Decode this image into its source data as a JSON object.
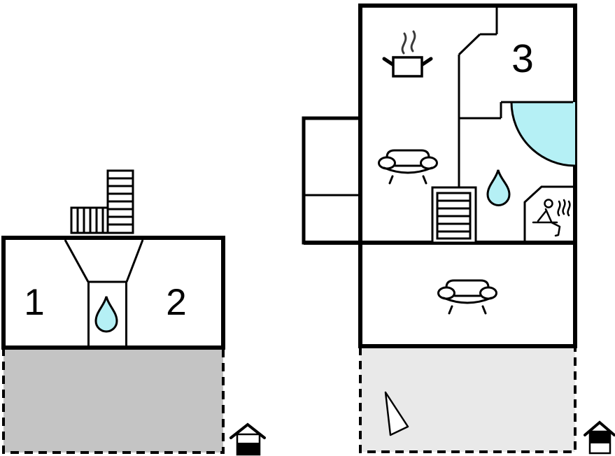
{
  "plan_title": "holiday-home-floor-plan",
  "colors": {
    "wall": "#000000",
    "water_fill": "#b5f0f5",
    "terrace_ground_fill": "#c4c4c4",
    "terrace_upper_fill": "#e9e9e9",
    "arrow_fill": "#ffffff",
    "steam_stroke": "#3a3a3a",
    "background": "#ffffff"
  },
  "ground_floor": {
    "rooms": [
      {
        "label": "1"
      },
      {
        "label": "2"
      }
    ],
    "features": [
      "exterior-l-shaped-staircase",
      "funnel-entrance-hall",
      "water-drop-bathroom-marker",
      "dashed-terrace"
    ]
  },
  "upper_floor": {
    "rooms": [
      {
        "label": "3"
      }
    ],
    "features": [
      "cooking-pot-kitchen-marker",
      "two-sofas",
      "interior-staircase",
      "water-drop-bathroom-marker",
      "corner-shower",
      "sauna-with-person",
      "side-annex-boxes",
      "dashed-terrace-with-direction-arrow"
    ]
  },
  "legend": {
    "ground_floor_house_icon": "house-lower-half-filled",
    "upper_floor_house_icon": "house-upper-half-filled"
  }
}
